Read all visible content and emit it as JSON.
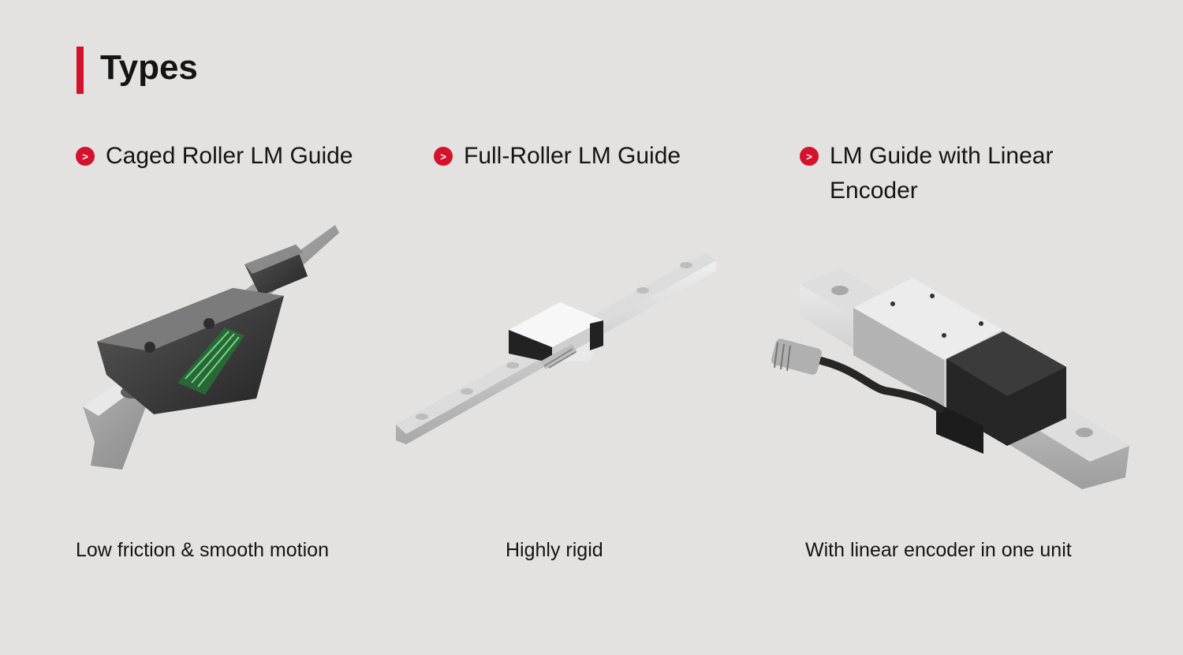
{
  "page": {
    "title": "Types"
  },
  "types": [
    {
      "label": "Caged Roller LM Guide",
      "caption": "Low friction & smooth motion",
      "icon": "chevron-right-icon"
    },
    {
      "label": "Full-Roller LM Guide",
      "caption": "Highly rigid",
      "icon": "chevron-right-icon"
    },
    {
      "label": "LM Guide with Linear Encoder",
      "caption": "With linear encoder in one unit",
      "icon": "chevron-right-icon"
    }
  ],
  "colors": {
    "accent": "#d5122c",
    "background": "#e3e2e0",
    "text": "#141414"
  }
}
